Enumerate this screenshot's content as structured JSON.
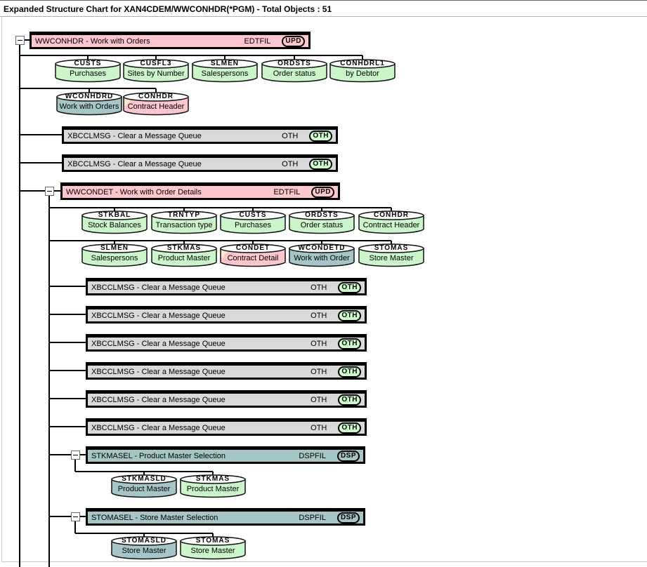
{
  "title": "Expanded Structure Chart for XAN4CDEM/WWCONHDR(*PGM) - Total Objects : 51",
  "colors": {
    "pink": "#ffc6cd",
    "green": "#caf6ca",
    "teal": "#a5c6c7",
    "gray": "#d9d9d9",
    "badge_green": "#ccffcc",
    "notch": "#f3edcd"
  },
  "programs": [
    {
      "label": "WWCONHDR - Work with Orders",
      "type": "EDTFIL",
      "badge": "UPD",
      "bg": "pink",
      "badge_bg": "pink"
    },
    {
      "label": "XBCCLMSG - Clear a Message Queue",
      "type": "OTH",
      "badge": "OTH",
      "bg": "gray",
      "badge_bg": "badge_green"
    },
    {
      "label": "XBCCLMSG - Clear a Message Queue",
      "type": "OTH",
      "badge": "OTH",
      "bg": "gray",
      "badge_bg": "badge_green"
    },
    {
      "label": "WWCONDET - Work with Order Details",
      "type": "EDTFIL",
      "badge": "UPD",
      "bg": "pink",
      "badge_bg": "pink"
    },
    {
      "label": "XBCCLMSG - Clear a Message Queue",
      "type": "OTH",
      "badge": "OTH",
      "bg": "gray",
      "badge_bg": "badge_green"
    },
    {
      "label": "XBCCLMSG - Clear a Message Queue",
      "type": "OTH",
      "badge": "OTH",
      "bg": "gray",
      "badge_bg": "badge_green"
    },
    {
      "label": "XBCCLMSG - Clear a Message Queue",
      "type": "OTH",
      "badge": "OTH",
      "bg": "gray",
      "badge_bg": "badge_green"
    },
    {
      "label": "XBCCLMSG - Clear a Message Queue",
      "type": "OTH",
      "badge": "OTH",
      "bg": "gray",
      "badge_bg": "badge_green"
    },
    {
      "label": "XBCCLMSG - Clear a Message Queue",
      "type": "OTH",
      "badge": "OTH",
      "bg": "gray",
      "badge_bg": "badge_green"
    },
    {
      "label": "XBCCLMSG - Clear a Message Queue",
      "type": "OTH",
      "badge": "OTH",
      "bg": "gray",
      "badge_bg": "badge_green"
    },
    {
      "label": "STKMASEL - Product Master Selection",
      "type": "DSPFIL",
      "badge": "DSP",
      "bg": "teal",
      "badge_bg": "teal"
    },
    {
      "label": "STOMASEL - Store Master Selection",
      "type": "DSPFIL",
      "badge": "DSP",
      "bg": "teal",
      "badge_bg": "teal"
    }
  ],
  "files": [
    {
      "name": "CUSTS",
      "desc": "Purchases",
      "bg": "green"
    },
    {
      "name": "CUSFL3",
      "desc": "Sites by Number",
      "bg": "green"
    },
    {
      "name": "SLMEN",
      "desc": "Salespersons",
      "bg": "green"
    },
    {
      "name": "ORDSTS",
      "desc": "Order status",
      "bg": "green"
    },
    {
      "name": "CONHDRL1",
      "desc": "by Debtor",
      "bg": "green"
    },
    {
      "name": "WCONHDRD",
      "desc": "Work with Orders",
      "bg": "teal"
    },
    {
      "name": "CONHDR",
      "desc": "Contract Header",
      "bg": "pink",
      "notch": true
    },
    {
      "name": "STKBAL",
      "desc": "Stock Balances",
      "bg": "green"
    },
    {
      "name": "TRNTYP",
      "desc": "Transaction type",
      "bg": "green"
    },
    {
      "name": "CUSTS",
      "desc": "Purchases",
      "bg": "green"
    },
    {
      "name": "ORDSTS",
      "desc": "Order status",
      "bg": "green"
    },
    {
      "name": "CONHDR",
      "desc": "Contract Header",
      "bg": "green"
    },
    {
      "name": "SLMEN",
      "desc": "Salespersons",
      "bg": "green"
    },
    {
      "name": "STKMAS",
      "desc": "Product Master",
      "bg": "green"
    },
    {
      "name": "CONDET",
      "desc": "Contract Detail",
      "bg": "pink",
      "notch": true
    },
    {
      "name": "WCONDETD",
      "desc": "Work with Order",
      "bg": "teal"
    },
    {
      "name": "STOMAS",
      "desc": "Store Master",
      "bg": "green"
    },
    {
      "name": "STKMASLD",
      "desc": "Product Master",
      "bg": "teal"
    },
    {
      "name": "STKMAS",
      "desc": "Product Master",
      "bg": "green"
    },
    {
      "name": "STOMASLD",
      "desc": "Store Master",
      "bg": "teal"
    },
    {
      "name": "STOMAS",
      "desc": "Store Master",
      "bg": "green"
    }
  ]
}
